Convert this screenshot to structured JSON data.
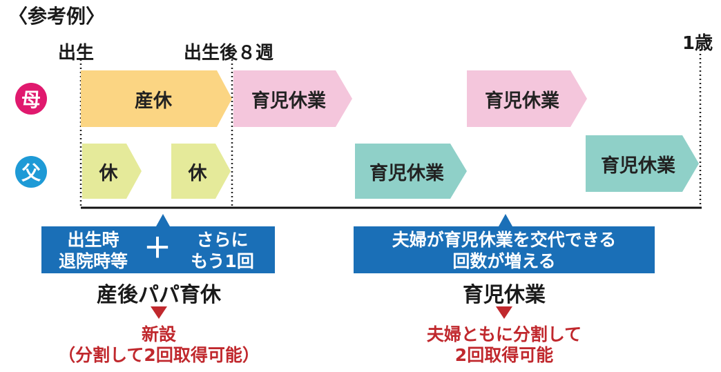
{
  "header": {
    "title": "〈参考例〉"
  },
  "timeline": {
    "birth": "出生",
    "week8": "出生後８週",
    "age1": "1歳"
  },
  "rows": {
    "mother": {
      "label": "母",
      "color": "#e0196e"
    },
    "father": {
      "label": "父",
      "color": "#1e9ad6"
    }
  },
  "blocks": {
    "maternity_leave": "産休",
    "mother_leave_1": "育児休業",
    "mother_leave_2": "育児休業",
    "father_break_1": "休",
    "father_break_2": "休",
    "father_leave_1": "育児休業",
    "father_leave_2": "育児休業"
  },
  "callouts": {
    "left": {
      "part1_line1": "出生時",
      "part1_line2": "退院時等",
      "plus": "＋",
      "part2_line1": "さらに",
      "part2_line2": "もう1回"
    },
    "right": {
      "line1": "夫婦が育児休業を交代できる",
      "line2": "回数が増える"
    }
  },
  "captions": {
    "left": {
      "title": "産後パパ育休",
      "note_line1": "新設",
      "note_line2": "（分割して2回取得可能）"
    },
    "right": {
      "title": "育児休業",
      "note_line1": "夫婦ともに分割して",
      "note_line2": "2回取得可能"
    }
  },
  "colors": {
    "maternity": "#fbd583",
    "mother_leave": "#f4c6dc",
    "father_short": "#e5ea9a",
    "father_leave": "#8fd0c8",
    "callout": "#1a6fb7",
    "note_red": "#c0282d"
  }
}
